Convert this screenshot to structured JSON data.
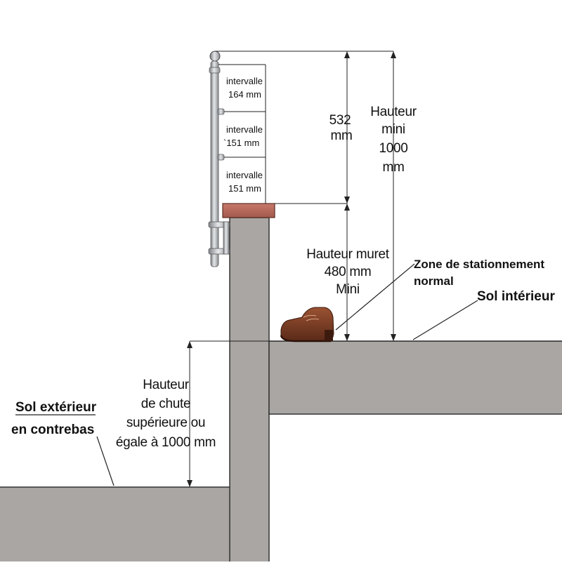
{
  "labels": {
    "intervalle_1_a": "intervalle",
    "intervalle_1_b": "164 mm",
    "intervalle_2_a": "intervalle",
    "intervalle_2_b": "`151 mm",
    "intervalle_3_a": "intervalle",
    "intervalle_3_b": "151 mm",
    "dim_532_a": "532",
    "dim_532_b": "mm",
    "hauteur_mini_a": "Hauteur",
    "hauteur_mini_b": "mini",
    "hauteur_mini_c": "1000",
    "hauteur_mini_d": "mm",
    "muret_a": "Hauteur muret",
    "muret_b": "480 mm",
    "muret_c": "Mini",
    "zone_a": "Zone de stationnement",
    "zone_b": "normal",
    "sol_interieur": "Sol intérieur",
    "chute_a": "Hauteur",
    "chute_b": "de chute",
    "chute_c": "supérieure ou",
    "chute_d": "égale à 1000 mm",
    "sol_ext_a": "Sol extérieur",
    "sol_ext_b": "en contrebas"
  },
  "colors": {
    "concrete": "#a9a6a3",
    "coping": "#b9695a",
    "shoe": "#7a3a22",
    "metal": "#b5b8bc"
  }
}
